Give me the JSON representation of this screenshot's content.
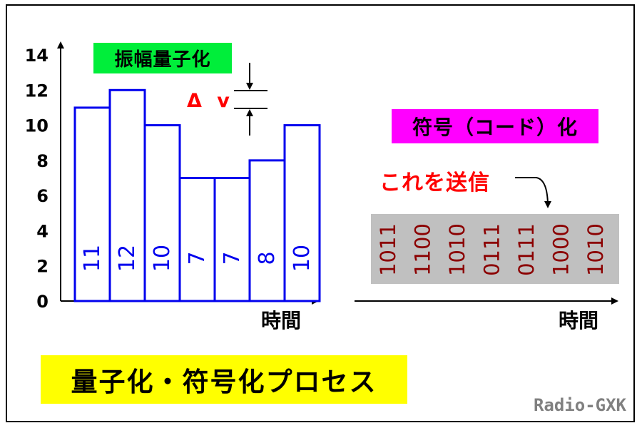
{
  "title_amplitude": "振幅量子化",
  "title_coding": "符号（コード）化",
  "send_text": "これを送信",
  "delta_label": "Δ v",
  "process_title": "量子化・符号化プロセス",
  "credit": "Radio-GXK",
  "colors": {
    "bar_stroke": "#0000ee",
    "bar_label": "#0000ee",
    "code_text": "#8b0000",
    "green_box": "#00ee3a",
    "magenta_box": "#ff00ff",
    "yellow_box": "#ffff00",
    "gray_panel": "#c0c0c0",
    "red_text": "#ff0000"
  },
  "chart_data": {
    "type": "bar",
    "values": [
      11,
      12,
      10,
      7,
      7,
      8,
      10
    ],
    "value_labels": [
      "11",
      "12",
      "10",
      "7",
      "7",
      "8",
      "10"
    ],
    "codes": [
      "1011",
      "1100",
      "1010",
      "0111",
      "0111",
      "1000",
      "1010"
    ],
    "y_ticks": [
      "0",
      "2",
      "4",
      "6",
      "8",
      "10",
      "12",
      "14"
    ],
    "ylim": [
      0,
      14
    ],
    "xlabel": "時間",
    "xlabel_right": "時間"
  }
}
